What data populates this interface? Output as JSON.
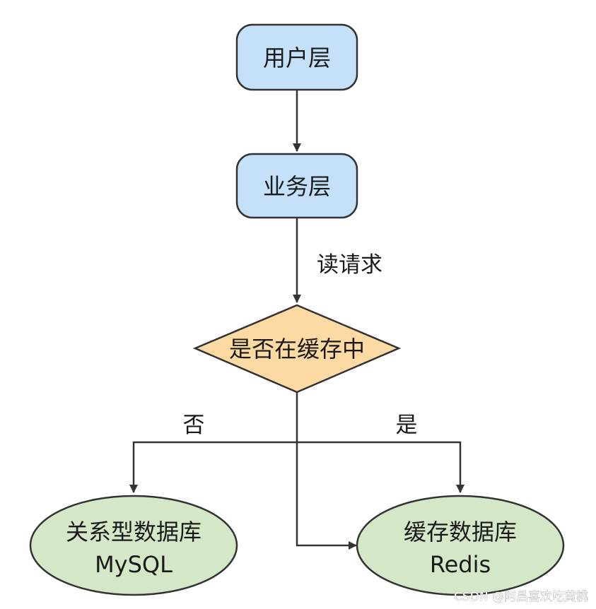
{
  "nodes": {
    "user_layer": "用户层",
    "business_layer": "业务层",
    "decision": "是否在缓存中",
    "mysql_line1": "关系型数据库",
    "mysql_line2": "MySQL",
    "redis_line1": "缓存数据库",
    "redis_line2": "Redis"
  },
  "edges": {
    "read_request": "读请求",
    "no": "否",
    "yes": "是"
  },
  "watermark": "CSDN @阿昌喜欢吃黄桃",
  "colors": {
    "process_fill": "#c5e0f9",
    "process_stroke": "#333333",
    "decision_fill": "#fdd9a3",
    "database_fill": "#d4e8c8",
    "line": "#333333"
  }
}
